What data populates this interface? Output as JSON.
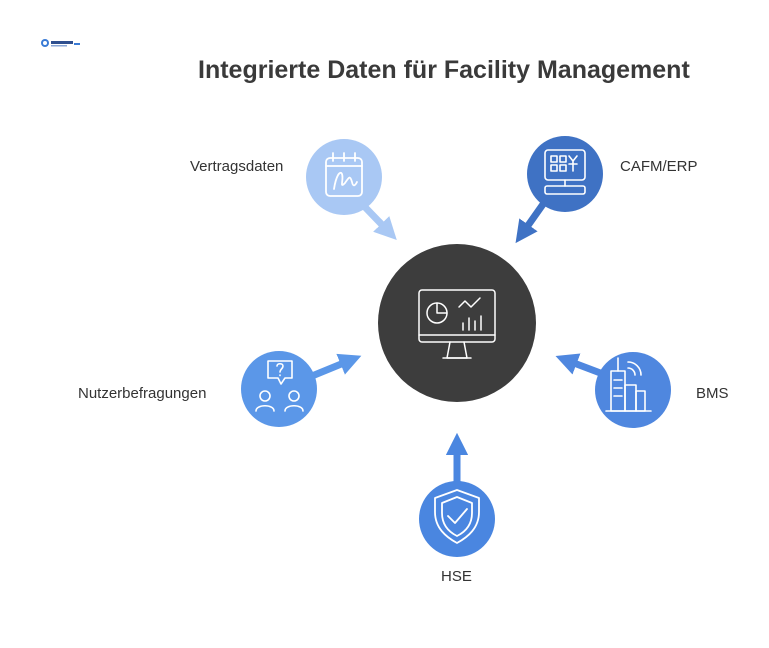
{
  "title": "Integrierte Daten für Facility Management",
  "logo": {
    "icon": "company-logo"
  },
  "hub": {
    "icon": "monitor-dashboard-icon",
    "color": "#3d3d3d"
  },
  "sources": [
    {
      "id": "vertragsdaten",
      "label": "Vertragsdaten",
      "icon": "contract-signature-icon",
      "color": "#a9c8f4"
    },
    {
      "id": "cafm",
      "label": "CAFM/ERP",
      "icon": "erp-terminal-icon",
      "color": "#3f72c4"
    },
    {
      "id": "nutzerbefragungen",
      "label": "Nutzerbefragungen",
      "icon": "user-survey-icon",
      "color": "#5b97e8"
    },
    {
      "id": "bms",
      "label": "BMS",
      "icon": "smart-building-icon",
      "color": "#4f87df"
    },
    {
      "id": "hse",
      "label": "HSE",
      "icon": "shield-check-icon",
      "color": "#4a86e0"
    }
  ]
}
